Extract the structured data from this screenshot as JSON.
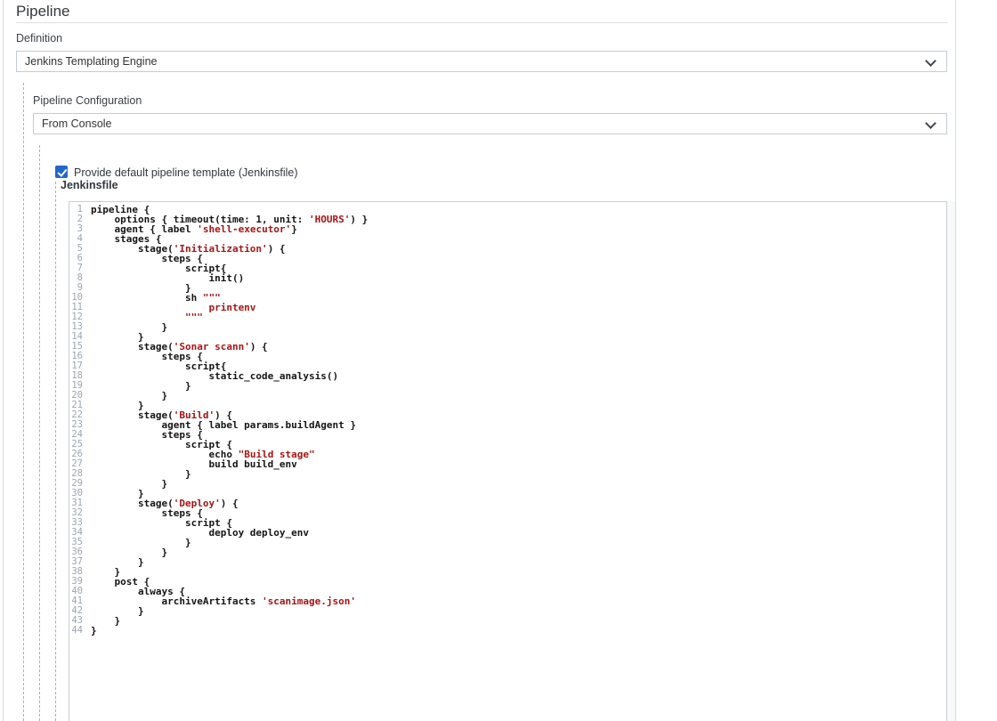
{
  "page": {
    "title": "Pipeline"
  },
  "definition": {
    "label": "Definition",
    "value": "Jenkins Templating Engine"
  },
  "pipeline_configuration": {
    "label": "Pipeline Configuration",
    "value": "From Console"
  },
  "template_checkbox": {
    "checked": true,
    "label": "Provide default pipeline template (Jenkinsfile)"
  },
  "editor": {
    "label": "Jenkinsfile",
    "language": "groovy",
    "line_count": 44,
    "lines": [
      [
        [
          "p",
          "pipeline {"
        ]
      ],
      [
        [
          "p",
          "    options { timeout(time: 1, unit: "
        ],
        [
          "s",
          "'HOURS'"
        ],
        [
          "p",
          ") }"
        ]
      ],
      [
        [
          "p",
          "    agent { label "
        ],
        [
          "s",
          "'shell-executor'"
        ],
        [
          "p",
          "}"
        ]
      ],
      [
        [
          "p",
          "    stages {"
        ]
      ],
      [
        [
          "p",
          "        stage("
        ],
        [
          "s",
          "'Initialization'"
        ],
        [
          "p",
          ") {"
        ]
      ],
      [
        [
          "p",
          "            steps {"
        ]
      ],
      [
        [
          "p",
          "                script{"
        ]
      ],
      [
        [
          "p",
          "                    init()"
        ]
      ],
      [
        [
          "p",
          "                }"
        ]
      ],
      [
        [
          "p",
          "                sh "
        ],
        [
          "s",
          "\"\"\""
        ]
      ],
      [
        [
          "s",
          "                    printenv"
        ]
      ],
      [
        [
          "s",
          "                \"\"\""
        ]
      ],
      [
        [
          "p",
          "            }"
        ]
      ],
      [
        [
          "p",
          "        }"
        ]
      ],
      [
        [
          "p",
          "        stage("
        ],
        [
          "s",
          "'Sonar scann'"
        ],
        [
          "p",
          ") {"
        ]
      ],
      [
        [
          "p",
          "            steps {"
        ]
      ],
      [
        [
          "p",
          "                script{"
        ]
      ],
      [
        [
          "p",
          "                    static_code_analysis()"
        ]
      ],
      [
        [
          "p",
          "                }"
        ]
      ],
      [
        [
          "p",
          "            }"
        ]
      ],
      [
        [
          "p",
          "        }"
        ]
      ],
      [
        [
          "p",
          "        stage("
        ],
        [
          "s",
          "'Build'"
        ],
        [
          "p",
          ") {"
        ]
      ],
      [
        [
          "p",
          "            agent { label params.buildAgent }"
        ]
      ],
      [
        [
          "p",
          "            steps {"
        ]
      ],
      [
        [
          "p",
          "                script {"
        ]
      ],
      [
        [
          "p",
          "                    echo "
        ],
        [
          "s",
          "\"Build stage\""
        ]
      ],
      [
        [
          "p",
          "                    build build_env"
        ]
      ],
      [
        [
          "p",
          "                }"
        ]
      ],
      [
        [
          "p",
          "            }"
        ]
      ],
      [
        [
          "p",
          "        }"
        ]
      ],
      [
        [
          "p",
          "        stage("
        ],
        [
          "s",
          "'Deploy'"
        ],
        [
          "p",
          ") {"
        ]
      ],
      [
        [
          "p",
          "            steps {"
        ]
      ],
      [
        [
          "p",
          "                script {"
        ]
      ],
      [
        [
          "p",
          "                    deploy deploy_env"
        ]
      ],
      [
        [
          "p",
          "                }"
        ]
      ],
      [
        [
          "p",
          "            }"
        ]
      ],
      [
        [
          "p",
          "        }"
        ]
      ],
      [
        [
          "p",
          "    }"
        ]
      ],
      [
        [
          "p",
          "    post {"
        ]
      ],
      [
        [
          "p",
          "        always {"
        ]
      ],
      [
        [
          "p",
          "            archiveArtifacts "
        ],
        [
          "s",
          "'scanimage.json'"
        ]
      ],
      [
        [
          "p",
          "        }"
        ]
      ],
      [
        [
          "p",
          "    }"
        ]
      ],
      [
        [
          "p",
          "}"
        ]
      ]
    ]
  },
  "icons": {
    "select_chevron": "chevron-down",
    "checkbox_check": "check"
  },
  "colors": {
    "string_token": "#a81414",
    "code_text": "#141414",
    "line_number": "#9aa5b1",
    "checkbox_blue": "#2367c9",
    "border_light": "#c9ced3",
    "dashed_guide": "#a7b0b8"
  }
}
